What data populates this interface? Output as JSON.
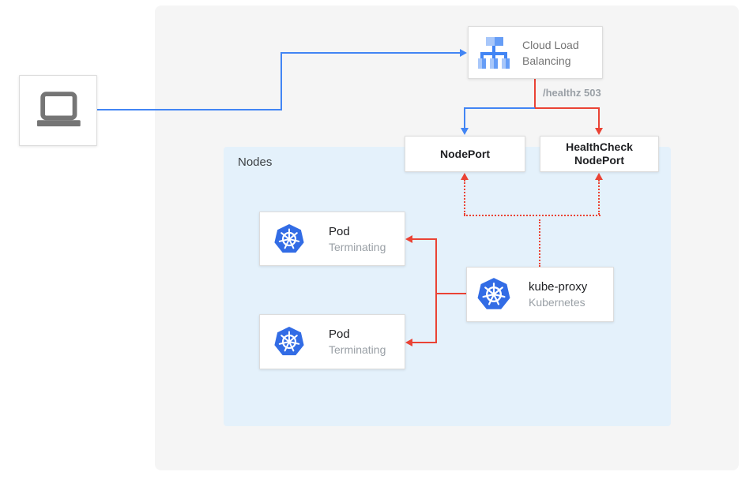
{
  "colors": {
    "blue": "#4285f4",
    "red": "#ea4335",
    "k8s_blue": "#326ce5",
    "panel_bg": "#f5f5f5",
    "nodes_bg": "#e4f1fb",
    "box_border": "#dcdcdc",
    "text_dark": "#202124",
    "text_gray": "#757575",
    "text_light_gray": "#9aa0a6"
  },
  "nodes_panel": {
    "label": "Nodes"
  },
  "client": {
    "icon": "laptop-icon"
  },
  "cloud_load_balancing": {
    "label": "Cloud Load Balancing",
    "icon": "cloud-load-balancing-icon"
  },
  "health_check_label": "/healthz 503",
  "nodeport": {
    "label": "NodePort"
  },
  "healthcheck_nodeport": {
    "label": "HealthCheck NodePort"
  },
  "pods": [
    {
      "title": "Pod",
      "status": "Terminating",
      "icon": "kubernetes-icon"
    },
    {
      "title": "Pod",
      "status": "Terminating",
      "icon": "kubernetes-icon"
    }
  ],
  "kube_proxy": {
    "title": "kube-proxy",
    "subtitle": "Kubernetes",
    "icon": "kubernetes-icon"
  },
  "edges": [
    {
      "from": "client",
      "to": "cloud-load-balancing",
      "color": "blue",
      "style": "solid"
    },
    {
      "from": "cloud-load-balancing",
      "to": "nodeport",
      "color": "blue",
      "style": "solid"
    },
    {
      "from": "cloud-load-balancing",
      "to": "healthcheck-nodeport",
      "color": "red",
      "style": "solid",
      "label": "/healthz 503"
    },
    {
      "from": "kube-proxy",
      "to": "pod-1",
      "color": "red",
      "style": "solid"
    },
    {
      "from": "kube-proxy",
      "to": "pod-2",
      "color": "red",
      "style": "solid"
    },
    {
      "from": "kube-proxy",
      "to": "nodeport",
      "color": "red",
      "style": "dotted"
    },
    {
      "from": "kube-proxy",
      "to": "healthcheck-nodeport",
      "color": "red",
      "style": "dotted"
    }
  ]
}
